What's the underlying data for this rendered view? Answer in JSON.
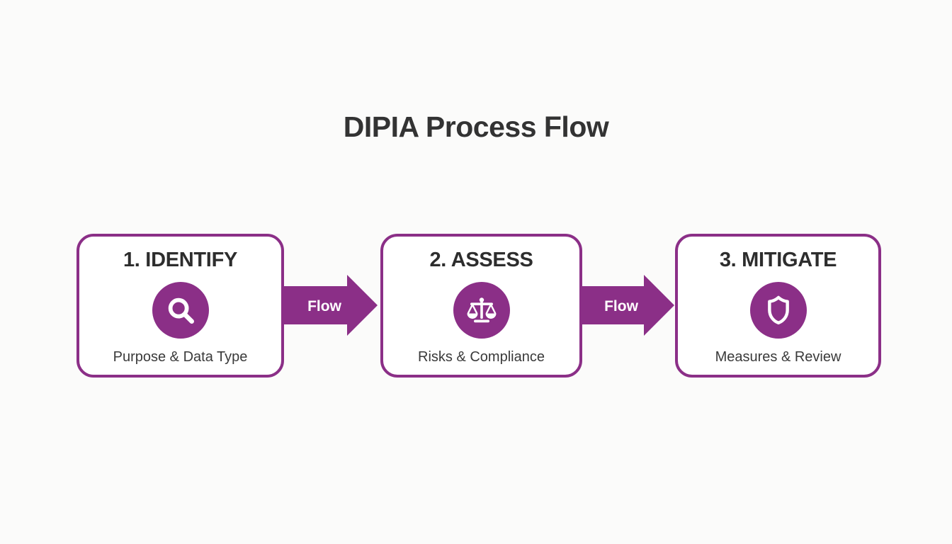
{
  "page": {
    "background_color": "#fbfbfa",
    "accent_color": "#8b2f87",
    "title_color": "#333333"
  },
  "title": "DIPIA Process Flow",
  "steps": [
    {
      "label": "1. IDENTIFY",
      "icon": "magnifier-icon",
      "subtitle": "Purpose & Data Type"
    },
    {
      "label": "2. ASSESS",
      "icon": "scales-icon",
      "subtitle": "Risks & Compliance"
    },
    {
      "label": "3. MITIGATE",
      "icon": "shield-icon",
      "subtitle": "Measures & Review"
    }
  ],
  "connectors": [
    {
      "label": "Flow"
    },
    {
      "label": "Flow"
    }
  ]
}
